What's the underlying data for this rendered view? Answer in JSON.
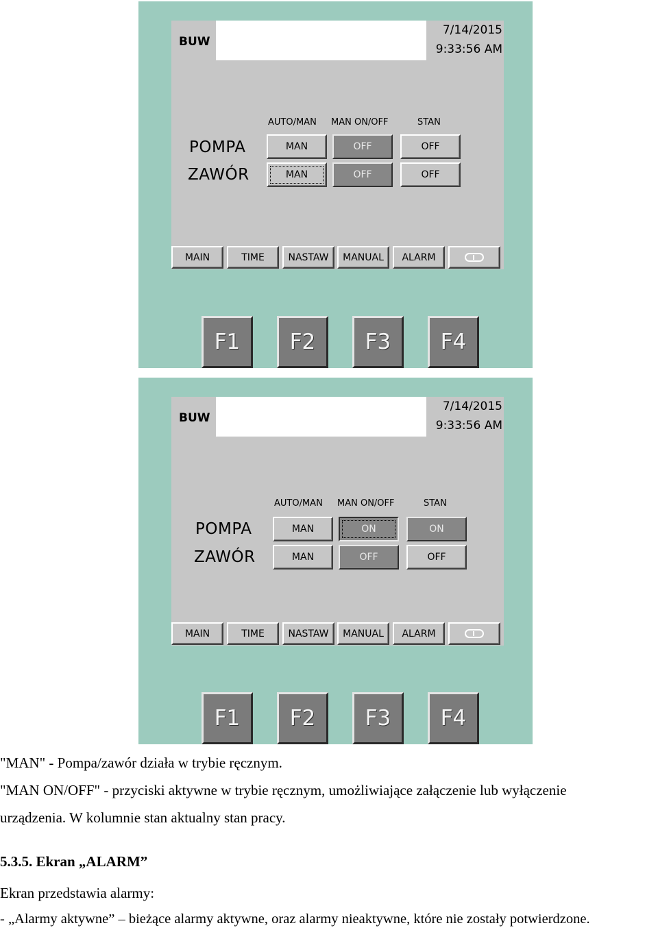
{
  "screens": [
    {
      "app_label": "BUW",
      "date": "7/14/2015",
      "time": "9:33:56 AM",
      "columns": [
        "AUTO/MAN",
        "MAN ON/OFF",
        "STAN"
      ],
      "rows": [
        {
          "label": "POMPA",
          "auto_man": "MAN",
          "man_onoff": "OFF",
          "stan": "OFF"
        },
        {
          "label": "ZAWÓR",
          "auto_man": "MAN",
          "man_onoff": "OFF",
          "stan": "OFF"
        }
      ],
      "nav": [
        "MAIN",
        "TIME",
        "NASTAW",
        "MANUAL",
        "ALARM"
      ],
      "info_icon": "info-icon",
      "fkeys": [
        "F1",
        "F2",
        "F3",
        "F4"
      ]
    },
    {
      "app_label": "BUW",
      "date": "7/14/2015",
      "time": "9:33:56 AM",
      "columns": [
        "AUTO/MAN",
        "MAN ON/OFF",
        "STAN"
      ],
      "rows": [
        {
          "label": "POMPA",
          "auto_man": "MAN",
          "man_onoff": "ON",
          "stan": "ON"
        },
        {
          "label": "ZAWÓR",
          "auto_man": "MAN",
          "man_onoff": "OFF",
          "stan": "OFF"
        }
      ],
      "nav": [
        "MAIN",
        "TIME",
        "NASTAW",
        "MANUAL",
        "ALARM"
      ],
      "info_icon": "info-icon",
      "fkeys": [
        "F1",
        "F2",
        "F3",
        "F4"
      ]
    }
  ],
  "document": {
    "line1": "\"MAN\" - Pompa/zawór działa w trybie ręcznym.",
    "line2": "\"MAN ON/OFF\" - przyciski aktywne w trybie ręcznym, umożliwiające załączenie lub wyłączenie",
    "line3": "urządzenia. W kolumnie stan aktualny stan pracy.",
    "heading": "5.3.5.  Ekran „ALARM”",
    "line4": "Ekran przedstawia alarmy:",
    "line5": "- „Alarmy aktywne” – bieżące alarmy aktywne, oraz alarmy nieaktywne, które nie zostały potwierdzone."
  }
}
